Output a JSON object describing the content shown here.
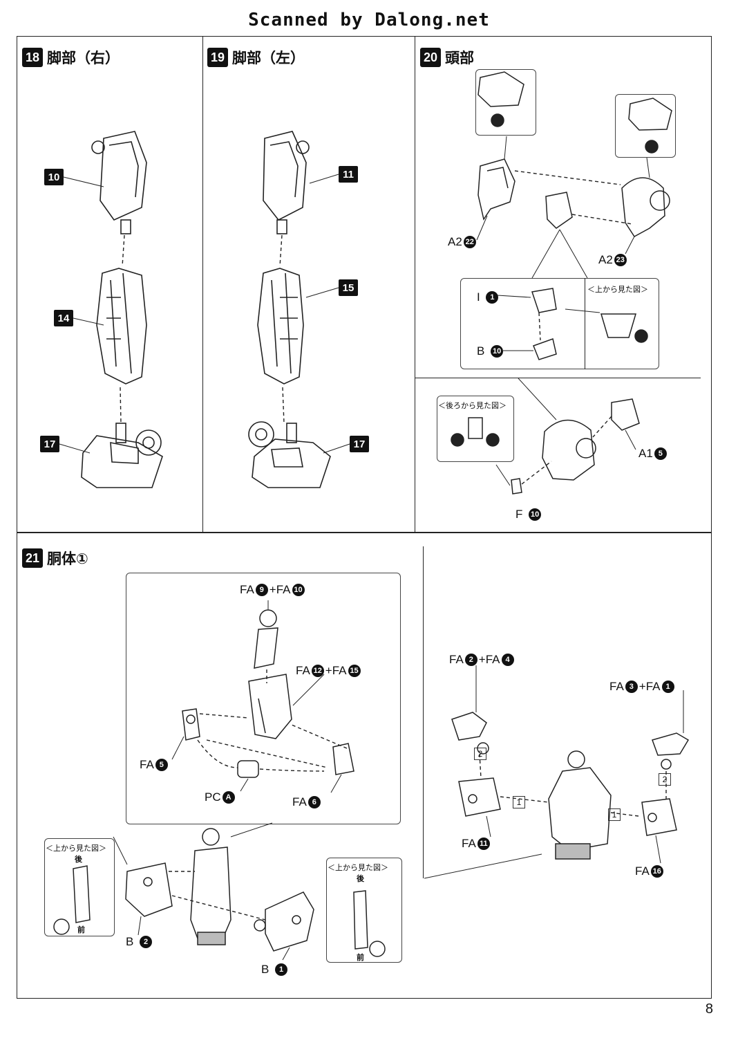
{
  "header": {
    "scan_credit": "Scanned by Dalong.net"
  },
  "page_number": "8",
  "steps": {
    "s18": {
      "num": "18",
      "title": "脚部（右）",
      "tags": [
        "10",
        "14",
        "17"
      ]
    },
    "s19": {
      "num": "19",
      "title": "脚部（左）",
      "tags": [
        "11",
        "15",
        "17"
      ]
    },
    "s20": {
      "num": "20",
      "title": "頭部",
      "labels": {
        "a222": "A2",
        "a222_n": "22",
        "a223": "A2",
        "a223_n": "23",
        "i1": "I",
        "i1_n": "1",
        "b10": "B",
        "b10_n": "10",
        "a15": "A1",
        "a15_n": "5",
        "f10": "F",
        "f10_n": "10"
      },
      "top_view": "＜上から見た図＞",
      "back_view": "＜後ろから見た図＞"
    },
    "s21": {
      "num": "21",
      "title": "胴体①",
      "labels": {
        "fa9": "FA",
        "fa9_n": "9",
        "plus1": "+FA",
        "fa10_n": "10",
        "fa12": "FA",
        "fa12_n": "12",
        "plus2": "+FA",
        "fa15_n": "15",
        "fa5": "FA",
        "fa5_n": "5",
        "pca": "PC",
        "pca_n": "A",
        "fa6": "FA",
        "fa6_n": "6",
        "b2": "B",
        "b2_n": "2",
        "b1": "B",
        "b1_n": "1",
        "fa2": "FA",
        "fa2_n": "2",
        "plus3": "+FA",
        "fa4_n": "4",
        "fa3": "FA",
        "fa3_n": "3",
        "plus4": "+FA",
        "fa1_n": "1",
        "fa11": "FA",
        "fa11_n": "11",
        "fa16": "FA",
        "fa16_n": "16"
      },
      "top_view": "＜上から見た図＞",
      "back": "後",
      "front": "前",
      "order_1": "1",
      "order_2": "2",
      "warn": "!"
    }
  }
}
